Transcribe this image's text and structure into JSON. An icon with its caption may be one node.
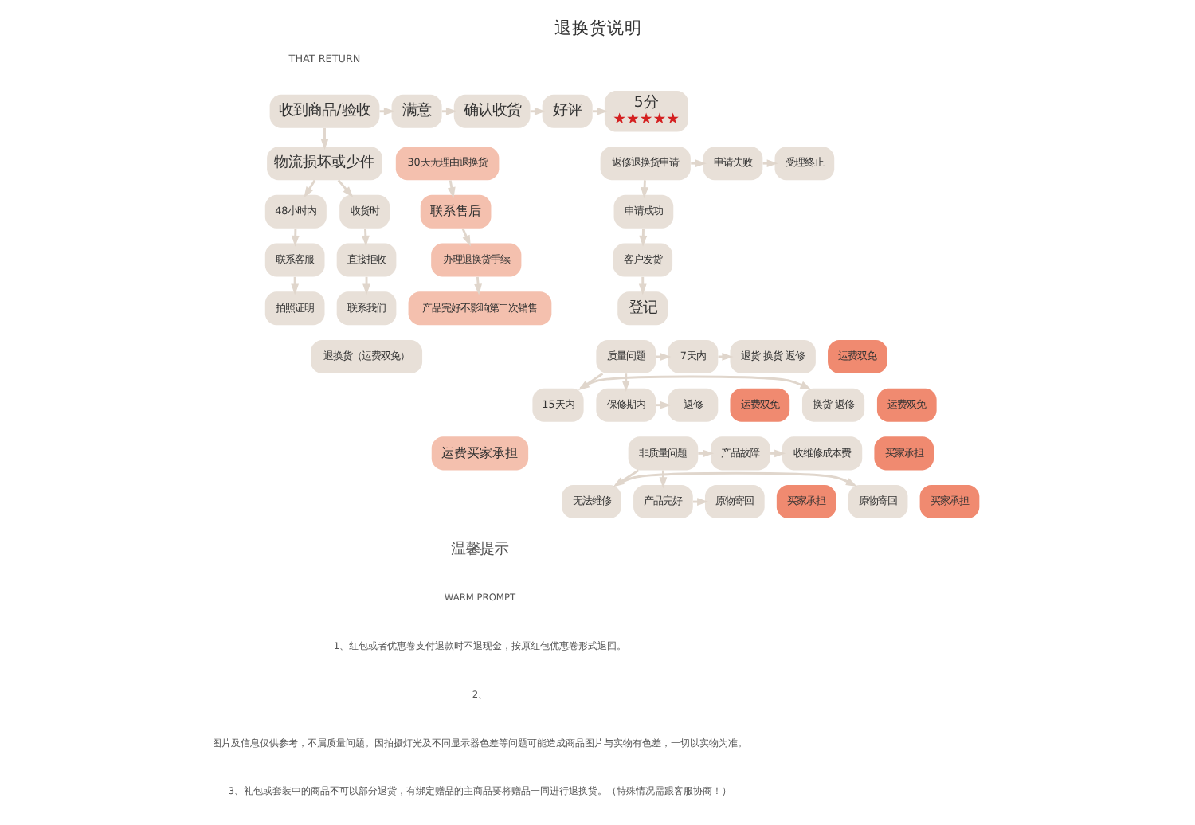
{
  "diagram": {
    "title": "退换货说明",
    "nodes": [
      {
        "text": [
          "收到商品/验收"
        ]
      },
      {
        "text": [
          "满意"
        ]
      },
      {
        "text": [
          "确认收货"
        ]
      },
      {
        "text": [
          "好评"
        ]
      },
      {
        "text": [
          "5分",
          "★★★★★"
        ]
      },
      {
        "text": [
          "物流损坏或少件"
        ]
      },
      {
        "text": [
          "收货时"
        ]
      },
      {
        "text": [
          "48小时内"
        ]
      },
      {
        "text": [
          "直接拒收"
        ]
      },
      {
        "text": [
          "联系客服"
        ]
      },
      {
        "text": [
          "联系我们"
        ]
      },
      {
        "text": [
          "拍照证明"
        ]
      },
      {
        "text": [
          "退换货（运费双免）"
        ]
      },
      {
        "text": [
          "30天无理由退换货"
        ]
      },
      {
        "text": [
          "联系售后"
        ]
      },
      {
        "text": [
          "办理退换货手续"
        ]
      },
      {
        "text": [
          "产品完好不影响第二次销售"
        ]
      },
      {
        "text": [
          "运费买家承担"
        ]
      },
      {
        "text": [
          "返修退换货申请"
        ]
      },
      {
        "text": [
          "申请失败"
        ]
      },
      {
        "text": [
          "受理终止"
        ]
      },
      {
        "text": [
          "申请成功"
        ]
      },
      {
        "text": [
          "客户发货"
        ]
      },
      {
        "text": [
          "登记"
        ]
      },
      {
        "text": [
          "质量问题"
        ]
      },
      {
        "text": [
          "7天内"
        ]
      },
      {
        "text": [
          "退货 换货 返修"
        ]
      },
      {
        "text": [
          "运费双免"
        ]
      },
      {
        "text": [
          "15天内"
        ]
      },
      {
        "text": [
          "换货 返修"
        ]
      },
      {
        "text": [
          "运费双免"
        ]
      },
      {
        "text": [
          "保修期内"
        ]
      },
      {
        "text": [
          "返修"
        ]
      },
      {
        "text": [
          "运费双免"
        ]
      },
      {
        "text": [
          "非质量问题"
        ]
      },
      {
        "text": [
          "产品故障"
        ]
      },
      {
        "text": [
          "收维修成本费"
        ]
      },
      {
        "text": [
          "买家承担"
        ]
      },
      {
        "text": [
          "无法维修"
        ]
      },
      {
        "text": [
          "原物寄回"
        ]
      },
      {
        "text": [
          "买家承担"
        ]
      },
      {
        "text": [
          "产品完好"
        ]
      },
      {
        "text": [
          "原物寄回"
        ]
      },
      {
        "text": [
          "买家承担"
        ]
      }
    ],
    "edges": [
      {
        "from": 0,
        "to": 1,
        "arrow": "to"
      },
      {
        "from": 1,
        "to": 2,
        "arrow": "to"
      },
      {
        "from": 2,
        "to": 3,
        "arrow": "to"
      },
      {
        "from": 3,
        "to": 4,
        "arrow": "to"
      },
      {
        "from": 0,
        "to": 5,
        "arrow": "to"
      },
      {
        "from": 5,
        "to": 6,
        "arrow": "to"
      },
      {
        "from": 5,
        "to": 7,
        "arrow": "to"
      },
      {
        "from": 6,
        "to": 8,
        "arrow": "to"
      },
      {
        "from": 7,
        "to": 9,
        "arrow": "to"
      },
      {
        "from": 8,
        "to": 10,
        "arrow": "to"
      },
      {
        "from": 9,
        "to": 11,
        "arrow": "to"
      },
      {
        "from": 13,
        "to": 14,
        "arrow": "to"
      },
      {
        "from": 14,
        "to": 15,
        "arrow": "to"
      },
      {
        "from": 15,
        "to": 16,
        "arrow": "to"
      },
      {
        "from": 18,
        "to": 19,
        "arrow": "to"
      },
      {
        "from": 19,
        "to": 20,
        "arrow": "to"
      },
      {
        "from": 18,
        "to": 21,
        "arrow": "to"
      },
      {
        "from": 21,
        "to": 22,
        "arrow": "to"
      },
      {
        "from": 22,
        "to": 23,
        "arrow": "to"
      },
      {
        "from": 24,
        "to": 25,
        "arrow": "to"
      },
      {
        "from": 24,
        "to": 28,
        "arrow": "to"
      },
      {
        "from": 24,
        "to": 31,
        "arrow": "to"
      },
      {
        "from": 25,
        "to": 26,
        "arrow": "to"
      },
      {
        "from": 28,
        "to": 29,
        "arrow": "to"
      },
      {
        "from": 31,
        "to": 32,
        "arrow": "to"
      },
      {
        "from": 34,
        "to": 35,
        "arrow": "to"
      },
      {
        "from": 34,
        "to": 38,
        "arrow": "to"
      },
      {
        "from": 34,
        "to": 41,
        "arrow": "to"
      },
      {
        "from": 35,
        "to": 36,
        "arrow": "to"
      },
      {
        "from": 38,
        "to": 39,
        "arrow": "to"
      },
      {
        "from": 41,
        "to": 42,
        "arrow": "to"
      }
    ],
    "labels": [
      "THAT RETURN",
      "温馨提示",
      "WARM PROMPT",
      "1、红包或者优惠卷支付退款时不退现金，按原红包优惠卷形式退回。",
      "2、",
      "图片及信息仅供参考，不属质量问题。因拍摄灯光及不同显示器色差等问题可能造成商品图片与实物有色差，一切以实物为准。",
      "3、礼包或套装中的商品不可以部分退货，有绑定赠品的主商品要将赠品一同进行退换货。（特殊情况需跟客服协商！）"
    ]
  }
}
